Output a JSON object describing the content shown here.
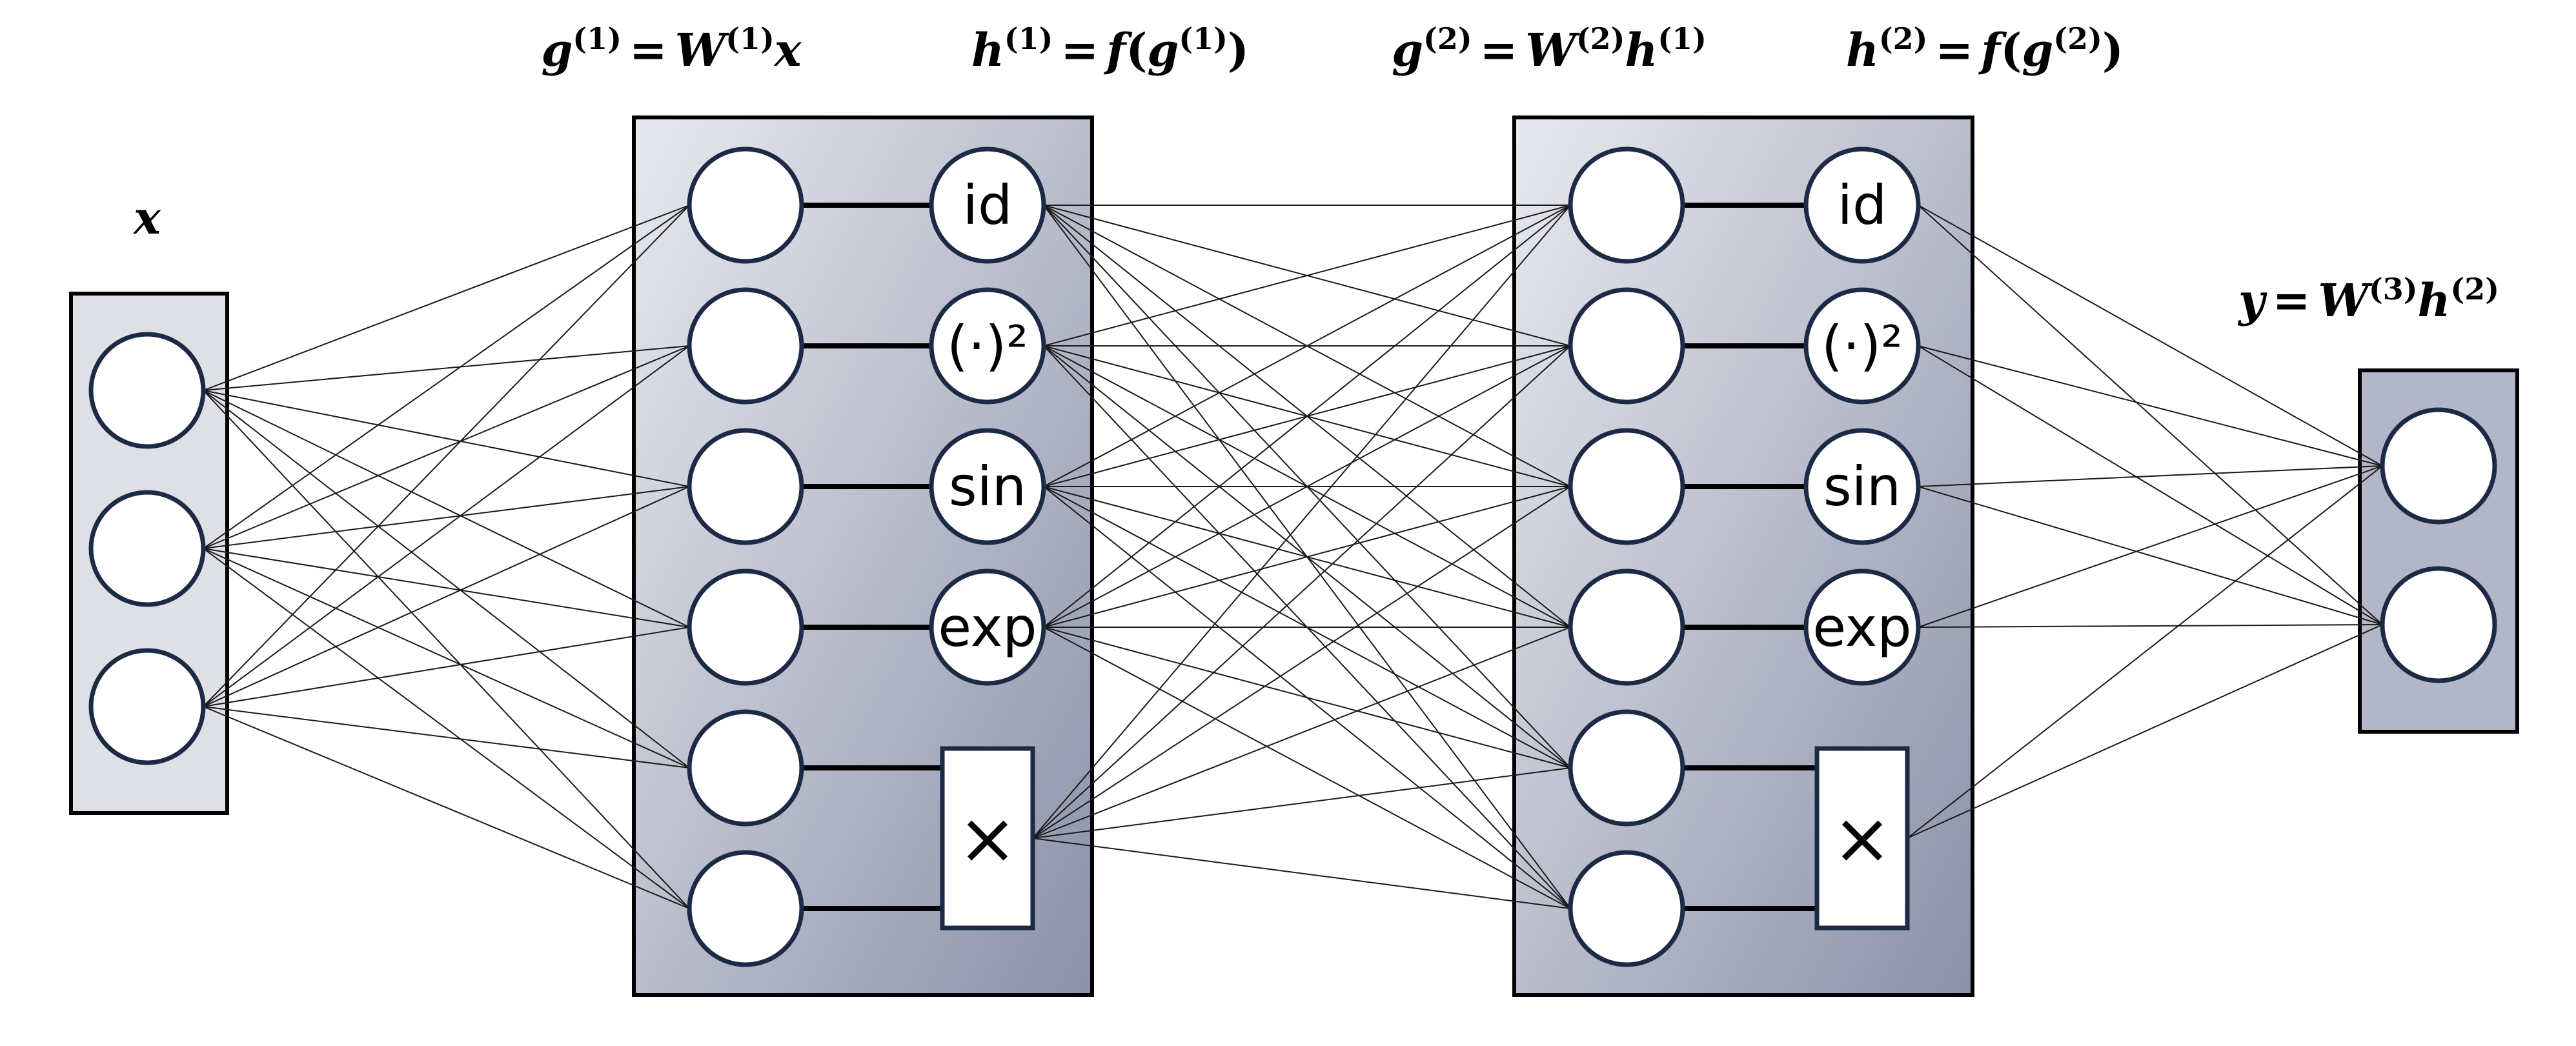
{
  "diagram": {
    "equations": {
      "input": {
        "v": "x"
      },
      "g1": {
        "lhs": "g",
        "lsup": "(1)",
        "eq": "=",
        "m": "W",
        "msup": "(1)",
        "v": "x"
      },
      "h1": {
        "lhs": "h",
        "lsup": "(1)",
        "eq": "=",
        "f": "f",
        "lp": "(",
        "a": "g",
        "asup": "(1)",
        "rp": ")"
      },
      "g2": {
        "lhs": "g",
        "lsup": "(2)",
        "eq": "=",
        "m": "W",
        "msup": "(2)",
        "v": "h",
        "vsup": "(1)"
      },
      "h2": {
        "lhs": "h",
        "lsup": "(2)",
        "eq": "=",
        "f": "f",
        "lp": "(",
        "a": "g",
        "asup": "(2)",
        "rp": ")"
      },
      "y": {
        "lhs": "y",
        "eq": "=",
        "m": "W",
        "msup": "(3)",
        "v": "h",
        "vsup": "(2)"
      }
    },
    "activation_labels": [
      "id",
      "(·)²",
      "sin",
      "exp"
    ],
    "multiply_label": "×",
    "colors": {
      "panel_light": "#e8e9ef",
      "panel_dark": "#8c91a8",
      "input_panel": "#dfe0e6",
      "output_panel": "#b3b6c6",
      "node_stroke": "#1c2a46",
      "edge": "#1a1a1a"
    }
  }
}
